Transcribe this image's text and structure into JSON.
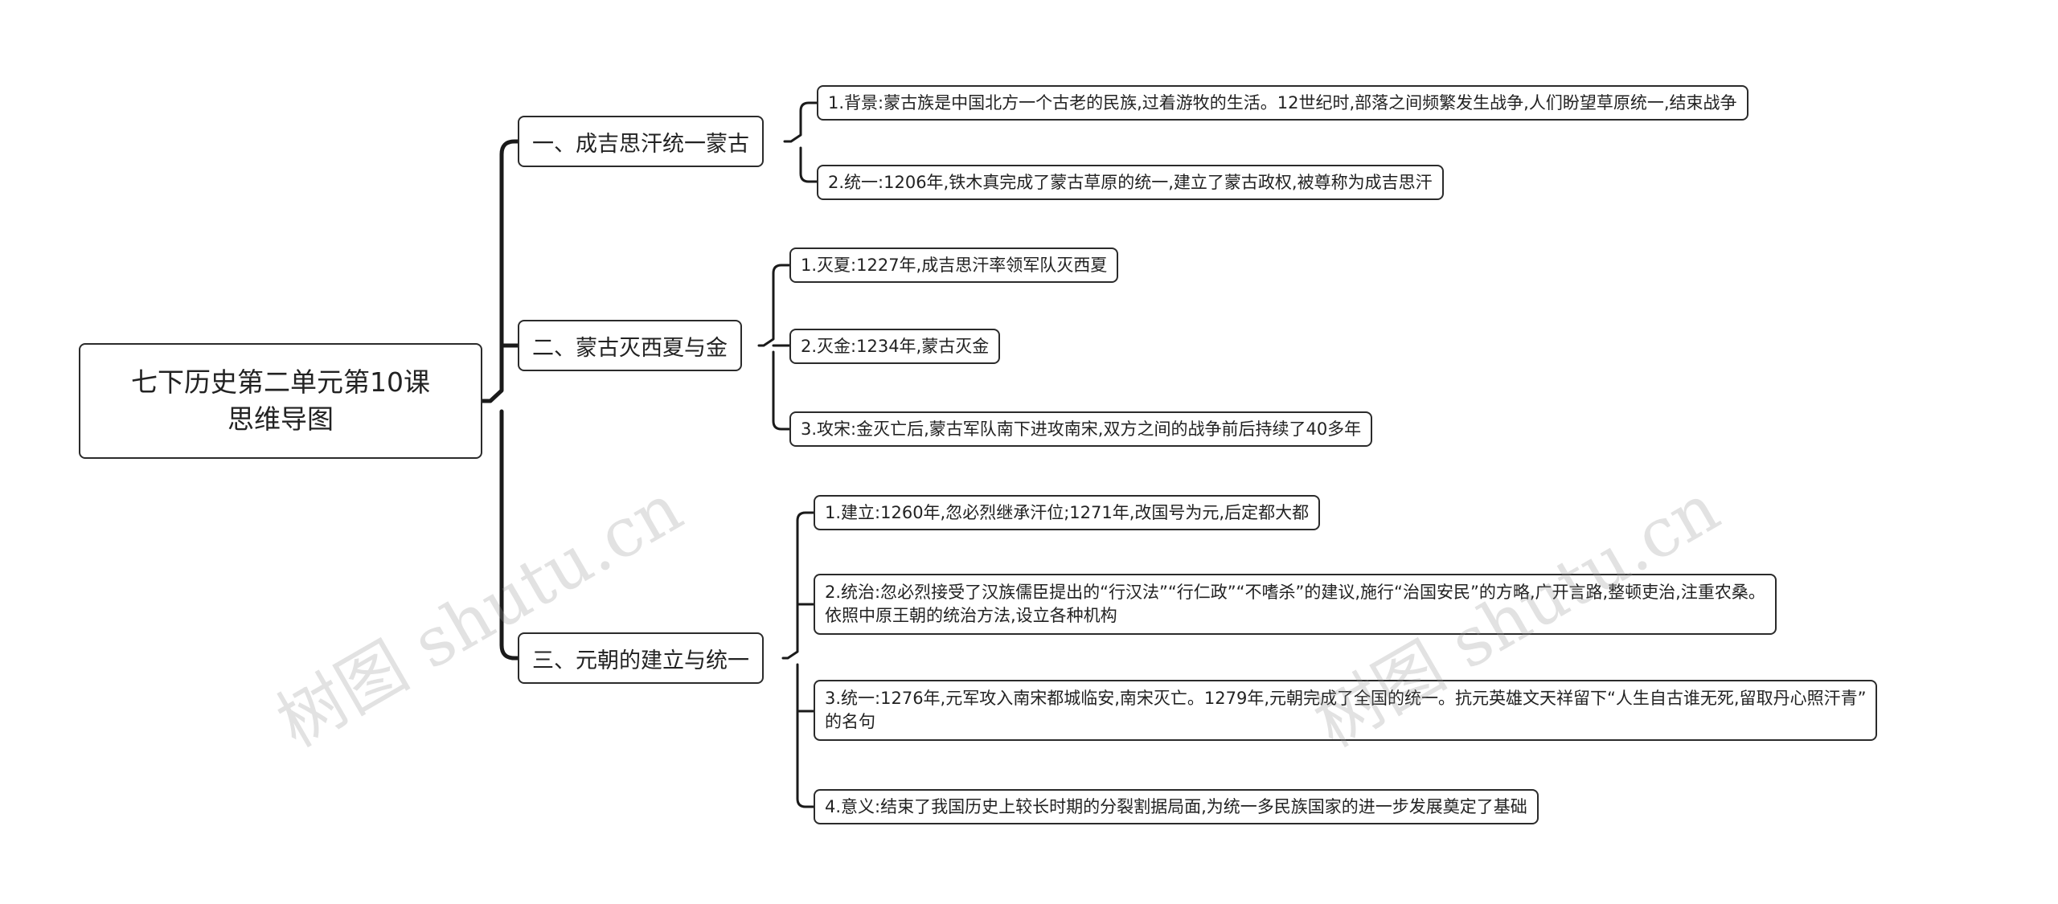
{
  "root": {
    "line1": "七下历史第二单元第10课",
    "line2": "思维导图"
  },
  "branches": [
    {
      "title": "一、成吉思汗统一蒙古",
      "leaves": [
        {
          "line1": "1.背景:蒙古族是中国北方一个古老的民族,过着游牧的生活。12世纪时,部落之间频繁发生战争,人们盼望草原统一,结束战争"
        },
        {
          "line1": "2.统一:1206年,铁木真完成了蒙古草原的统一,建立了蒙古政权,被尊称为成吉思汗"
        }
      ]
    },
    {
      "title": "二、蒙古灭西夏与金",
      "leaves": [
        {
          "line1": "1.灭夏:1227年,成吉思汗率领军队灭西夏"
        },
        {
          "line1": "2.灭金:1234年,蒙古灭金"
        },
        {
          "line1": "3.攻宋:金灭亡后,蒙古军队南下进攻南宋,双方之间的战争前后持续了40多年"
        }
      ]
    },
    {
      "title": "三、元朝的建立与统一",
      "leaves": [
        {
          "line1": "1.建立:1260年,忽必烈继承汗位;1271年,改国号为元,后定都大都"
        },
        {
          "line1": "2.统治:忽必烈接受了汉族儒臣提出的“行汉法”“行仁政”“不嗜杀”的建议,施行“治国安民”的方略,广开言路,整顿吏治,注重农桑。",
          "line2": "依照中原王朝的统治方法,设立各种机构"
        },
        {
          "line1": "3.统一:1276年,元军攻入南宋都城临安,南宋灭亡。1279年,元朝完成了全国的统一。抗元英雄文天祥留下“人生自古谁无死,留取丹心照汗青”",
          "line2": "的名句"
        },
        {
          "line1": "4.意义:结束了我国历史上较长时期的分裂割据局面,为统一多民族国家的进一步发展奠定了基础"
        }
      ]
    }
  ],
  "watermark": "树图 shutu.cn"
}
